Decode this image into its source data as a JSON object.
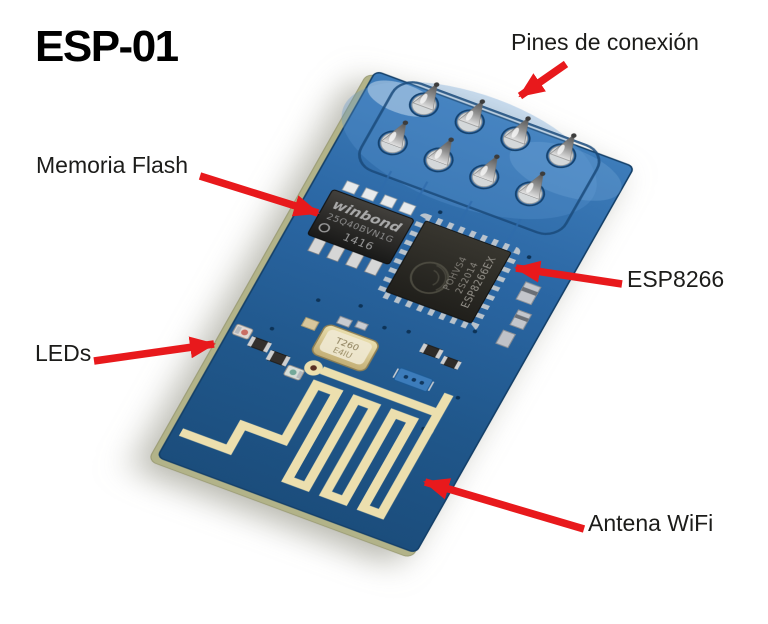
{
  "title": "ESP-01",
  "annotations": {
    "pins": {
      "label": "Pines de conexión"
    },
    "flash": {
      "label": "Memoria Flash"
    },
    "esp8266": {
      "label": "ESP8266"
    },
    "leds": {
      "label": "LEDs"
    },
    "antenna": {
      "label": "Antena WiFi"
    }
  },
  "board": {
    "flash_chip": {
      "brand": "winbond",
      "part": "25Q40BVN1G",
      "date_code": "1416"
    },
    "esp_chip": {
      "part": "ESP8266EX",
      "line2": "2S2014",
      "line3": "POHVS4"
    },
    "crystal": {
      "line1": "T260",
      "line2": "E4IU"
    }
  },
  "colors": {
    "arrow_red": "#e8191c",
    "pcb_blue": "#2a66a3",
    "trace_cream": "#ecdfae",
    "label_text": "#1c1c1a"
  }
}
